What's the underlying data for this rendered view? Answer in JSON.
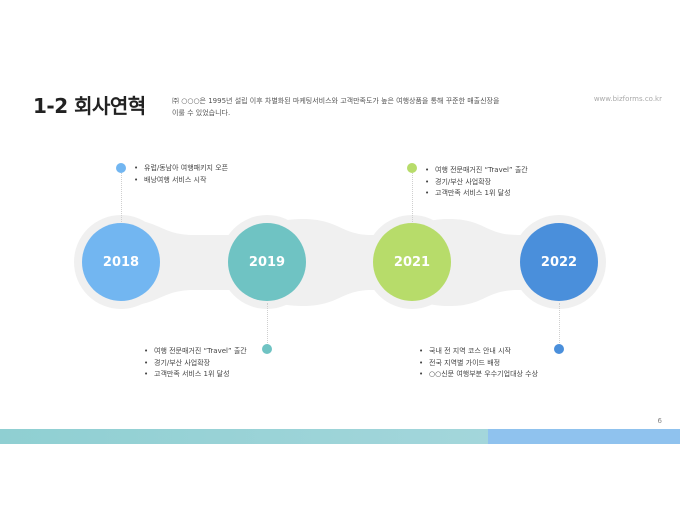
{
  "header": {
    "title": "1-2 회사연혁",
    "description": "㈜ ○○○은 1995년 설립 이후 차별화된 마케팅서비스와 고객만족도가 높은 여행상품을 통해 꾸준한 매출신장을 이룰 수 있었습니다.",
    "url": "www.bizforms.co.kr"
  },
  "timeline": [
    {
      "year": "2018",
      "color": "#72b6f1",
      "events": [
        "유럽/동남아 여행패키지 오픈",
        "배낭여행 서비스 시작"
      ]
    },
    {
      "year": "2019",
      "color": "#6fc3c3",
      "events": [
        "여행 전문매거진 “Travel” 출간",
        "경기/부산 사업확장",
        "고객만족 서비스 1위 달성"
      ]
    },
    {
      "year": "2021",
      "color": "#b7dc6a",
      "events": [
        "여행 전문매거진 “Travel” 출간",
        "경기/부산 사업확장",
        "고객만족 서비스 1위 달성"
      ]
    },
    {
      "year": "2022",
      "color": "#4a8fdb",
      "events": [
        "국내 전 지역 코스 안내 시작",
        "전국 지역별 가이드 배정",
        "○○신문 여행부분 우수기업대상 수상"
      ]
    }
  ],
  "footer": {
    "page_number": "6"
  }
}
